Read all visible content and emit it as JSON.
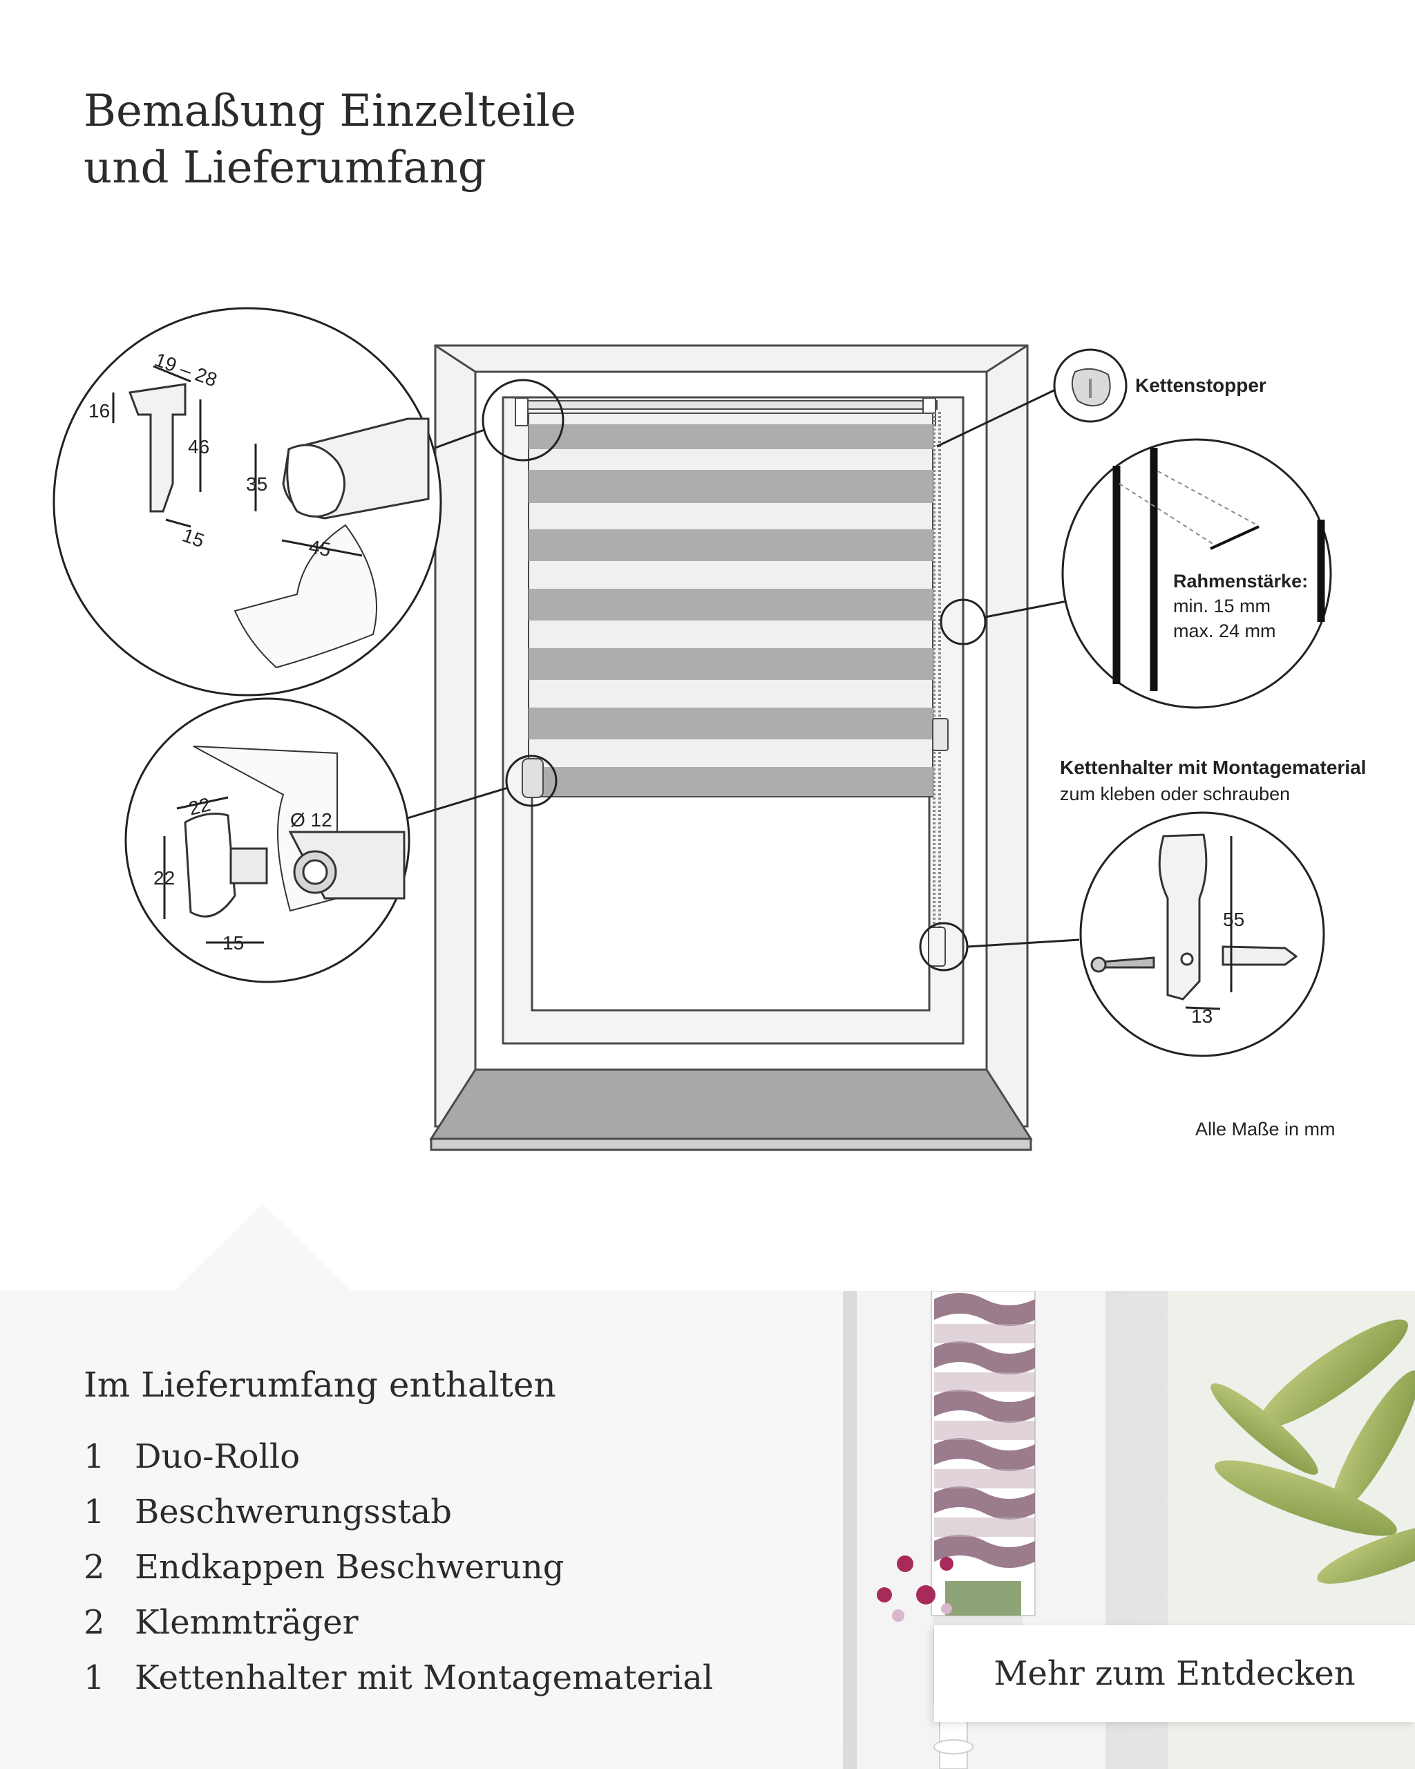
{
  "title": {
    "line1": "Bemaßung Einzelteile",
    "line2": "und Lieferumfang"
  },
  "diagram": {
    "clamp_detail": {
      "width_range": "19 – 28",
      "clamp_depth": "16",
      "clamp_height": "46",
      "clamp_width": "15",
      "cap_height": "35",
      "cap_width": "45"
    },
    "endcap_detail": {
      "width": "22",
      "height": "22",
      "depth": "15",
      "diameter": "Ø 12"
    },
    "chain_stopper": {
      "label": "Kettenstopper"
    },
    "frame_thickness": {
      "label": "Rahmenstärke:",
      "min": "min. 15 mm",
      "max": "max. 24 mm"
    },
    "chain_holder": {
      "title": "Kettenhalter mit Montagematerial",
      "subtitle": "zum kleben oder schrauben",
      "height": "55",
      "width": "13"
    },
    "units_note": "Alle Maße in mm"
  },
  "scope": {
    "heading": "Im Lieferumfang enthalten",
    "items": [
      {
        "qty": "1",
        "name": "Duo-Rollo"
      },
      {
        "qty": "1",
        "name": "Beschwerungsstab"
      },
      {
        "qty": "2",
        "name": "Endkappen Beschwerung"
      },
      {
        "qty": "2",
        "name": "Klemmträger"
      },
      {
        "qty": "1",
        "name": "Kettenhalter mit Montagematerial"
      }
    ]
  },
  "cta": {
    "label": "Mehr zum Entdecken"
  },
  "colors": {
    "text": "#2b2b2b",
    "panel": "#f7f7f6",
    "blind_grey": "#adadad",
    "blind_mauve": "#9b7c8d"
  }
}
